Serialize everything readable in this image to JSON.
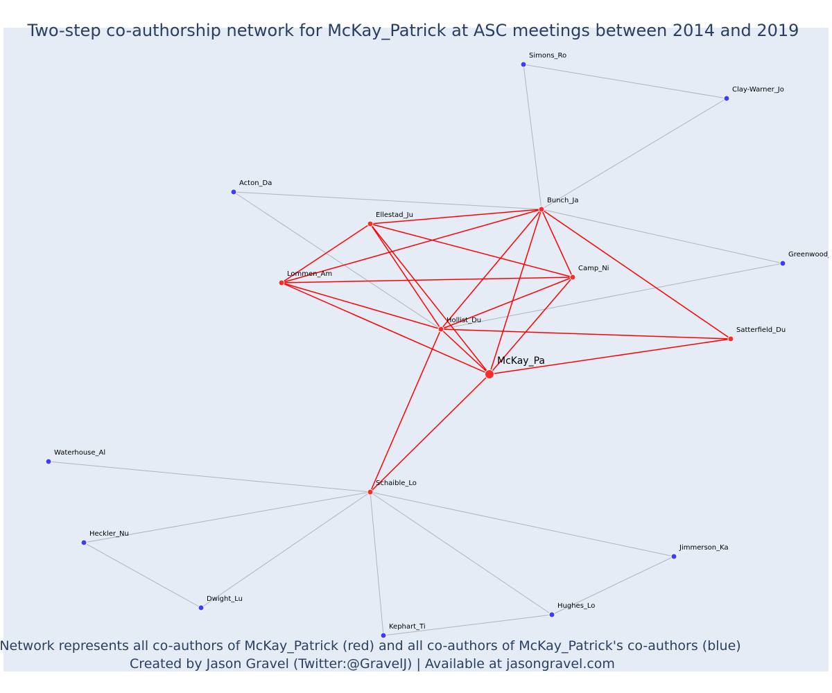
{
  "title": "Two-step co-authorship network for McKay_Patrick at ASC meetings between 2014 and 2019",
  "footer": {
    "line1": "Network represents all co-authors of McKay_Patrick (red) and all co-authors of McKay_Patrick's co-authors (blue)",
    "line2": "Created by Jason Gravel (Twitter:@GravelJ) | Available at jasongravel.com"
  },
  "colors": {
    "background": "#e5ecf6",
    "red": "#ff0000",
    "blue": "#3d3dff",
    "gray_edge": "#b0b3c0",
    "red_node": "#ff2a2a"
  },
  "network": {
    "focal": "McKay_Pa",
    "nodes": [
      {
        "id": "McKay_Pa",
        "group": "focal"
      },
      {
        "id": "Bunch_Ja",
        "group": "red"
      },
      {
        "id": "Ellestad_Ju",
        "group": "red"
      },
      {
        "id": "Lommen_Am",
        "group": "red"
      },
      {
        "id": "Camp_Ni",
        "group": "red"
      },
      {
        "id": "Hollist_Du",
        "group": "red"
      },
      {
        "id": "Satterfield_Du",
        "group": "red"
      },
      {
        "id": "Schaible_Lo",
        "group": "red"
      },
      {
        "id": "Simons_Ro",
        "group": "blue"
      },
      {
        "id": "Clay-Warner_Jo",
        "group": "blue"
      },
      {
        "id": "Acton_Da",
        "group": "blue"
      },
      {
        "id": "Greenwood_",
        "group": "blue"
      },
      {
        "id": "Waterhouse_Al",
        "group": "blue"
      },
      {
        "id": "Heckler_Nu",
        "group": "blue"
      },
      {
        "id": "Dwight_Lu",
        "group": "blue"
      },
      {
        "id": "Kephart_Ti",
        "group": "blue"
      },
      {
        "id": "Hughes_Lo",
        "group": "blue"
      },
      {
        "id": "Jimmerson_Ka",
        "group": "blue"
      }
    ],
    "red_edges": [
      [
        "Bunch_Ja",
        "Ellestad_Ju"
      ],
      [
        "Bunch_Ja",
        "Lommen_Am"
      ],
      [
        "Bunch_Ja",
        "Camp_Ni"
      ],
      [
        "Bunch_Ja",
        "Hollist_Du"
      ],
      [
        "Bunch_Ja",
        "McKay_Pa"
      ],
      [
        "Bunch_Ja",
        "Satterfield_Du"
      ],
      [
        "Ellestad_Ju",
        "Lommen_Am"
      ],
      [
        "Ellestad_Ju",
        "Camp_Ni"
      ],
      [
        "Ellestad_Ju",
        "Hollist_Du"
      ],
      [
        "Ellestad_Ju",
        "McKay_Pa"
      ],
      [
        "Lommen_Am",
        "Camp_Ni"
      ],
      [
        "Lommen_Am",
        "Hollist_Du"
      ],
      [
        "Lommen_Am",
        "McKay_Pa"
      ],
      [
        "Camp_Ni",
        "Hollist_Du"
      ],
      [
        "Camp_Ni",
        "McKay_Pa"
      ],
      [
        "Hollist_Du",
        "Satterfield_Du"
      ],
      [
        "Hollist_Du",
        "McKay_Pa"
      ],
      [
        "Hollist_Du",
        "Schaible_Lo"
      ],
      [
        "McKay_Pa",
        "Satterfield_Du"
      ],
      [
        "McKay_Pa",
        "Schaible_Lo"
      ]
    ],
    "gray_edges": [
      [
        "Simons_Ro",
        "Clay-Warner_Jo"
      ],
      [
        "Simons_Ro",
        "Bunch_Ja"
      ],
      [
        "Clay-Warner_Jo",
        "Bunch_Ja"
      ],
      [
        "Acton_Da",
        "Bunch_Ja"
      ],
      [
        "Acton_Da",
        "Hollist_Du"
      ],
      [
        "Bunch_Ja",
        "Greenwood_"
      ],
      [
        "Greenwood_",
        "Hollist_Du"
      ],
      [
        "Waterhouse_Al",
        "Schaible_Lo"
      ],
      [
        "Heckler_Nu",
        "Schaible_Lo"
      ],
      [
        "Heckler_Nu",
        "Dwight_Lu"
      ],
      [
        "Dwight_Lu",
        "Schaible_Lo"
      ],
      [
        "Kephart_Ti",
        "Schaible_Lo"
      ],
      [
        "Kephart_Ti",
        "Hughes_Lo"
      ],
      [
        "Hughes_Lo",
        "Schaible_Lo"
      ],
      [
        "Hughes_Lo",
        "Jimmerson_Ka"
      ],
      [
        "Jimmerson_Ka",
        "Schaible_Lo"
      ]
    ]
  }
}
